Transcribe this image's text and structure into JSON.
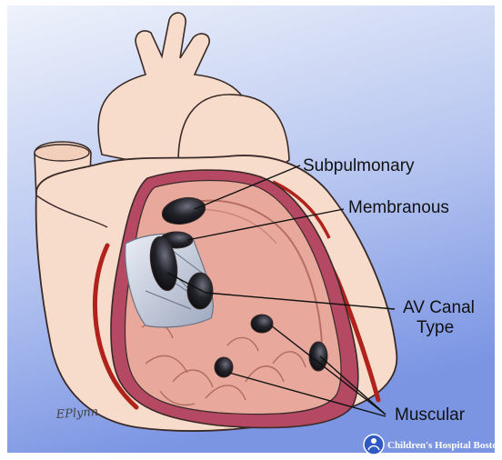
{
  "labels": {
    "subpulmonary": "Subpulmonary",
    "membranous": "Membranous",
    "av_canal_line1": "AV Canal",
    "av_canal_line2": "Type",
    "muscular": "Muscular"
  },
  "credit": "Children's Hospital Boston",
  "signature": "EPlynn",
  "colors": {
    "background_top": "#e6ecfa",
    "background_bottom": "#7e98e4",
    "heart_outer": "#f8dccb",
    "ventricle_wall": "#b54863",
    "ventricle_inner": "#e8a99c",
    "coronary_artery": "#b0231c",
    "defect_hole": "#1d1d24",
    "valve_leaflet": "#c8cedd",
    "outline": "#3a2a28"
  }
}
